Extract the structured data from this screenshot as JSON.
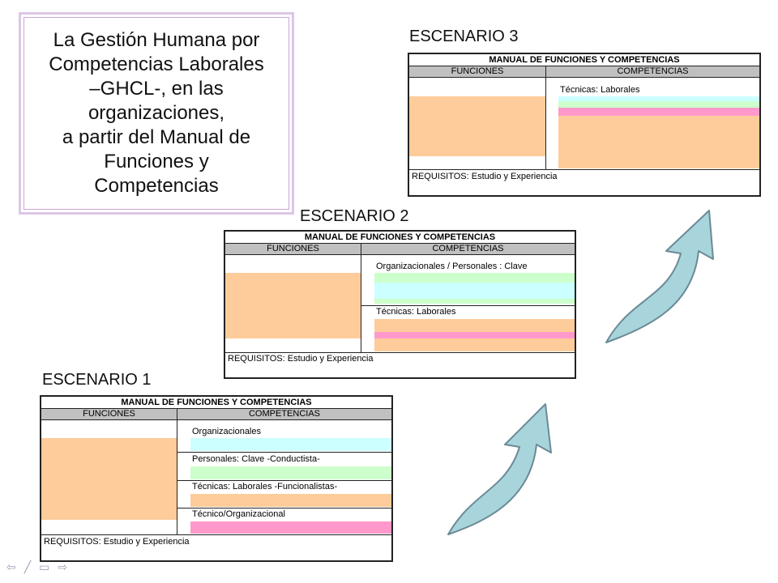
{
  "title": {
    "lines": [
      "La Gestión Humana por",
      "Competencias Laborales",
      "–GHCL-, en las",
      "organizaciones,",
      "a partir del Manual de",
      "Funciones y",
      "Competencias"
    ]
  },
  "scenarios": {
    "s1": {
      "label": "ESCENARIO 1",
      "header": "MANUAL DE FUNCIONES Y COMPETENCIAS",
      "col_functions": "FUNCIONES",
      "col_competencies": "COMPETENCIAS",
      "rows": [
        "Organizacionales",
        "Personales: Clave -Conductista-",
        "Técnicas: Laborales -Funcionalistas-",
        "Técnico/Organizacional"
      ],
      "requirements": "REQUISITOS: Estudio y Experiencia"
    },
    "s2": {
      "label": "ESCENARIO 2",
      "header": "MANUAL DE FUNCIONES Y COMPETENCIAS",
      "col_functions": "FUNCIONES",
      "col_competencies": "COMPETENCIAS",
      "rows": [
        "Organizacionales / Personales : Clave",
        "Técnicas: Laborales"
      ],
      "requirements": "REQUISITOS: Estudio y Experiencia"
    },
    "s3": {
      "label": "ESCENARIO 3",
      "header": "MANUAL DE FUNCIONES Y COMPETENCIAS",
      "col_functions": "FUNCIONES",
      "col_competencies": "COMPETENCIAS",
      "rows": [
        "Técnicas: Laborales"
      ],
      "requirements": "REQUISITOS: Estudio y Experiencia"
    }
  },
  "colors": {
    "peach": "#fdcc9a",
    "cyan": "#ccffff",
    "green": "#ccffcc",
    "pink": "#ff99cc",
    "header_gray": "#c0c0c0",
    "arrow_fill": "#a8d4dc",
    "arrow_stroke": "#6a8a96"
  },
  "nav": {
    "icons": [
      "back-arrow-icon",
      "pen-icon",
      "menu-icon",
      "forward-arrow-icon"
    ]
  }
}
